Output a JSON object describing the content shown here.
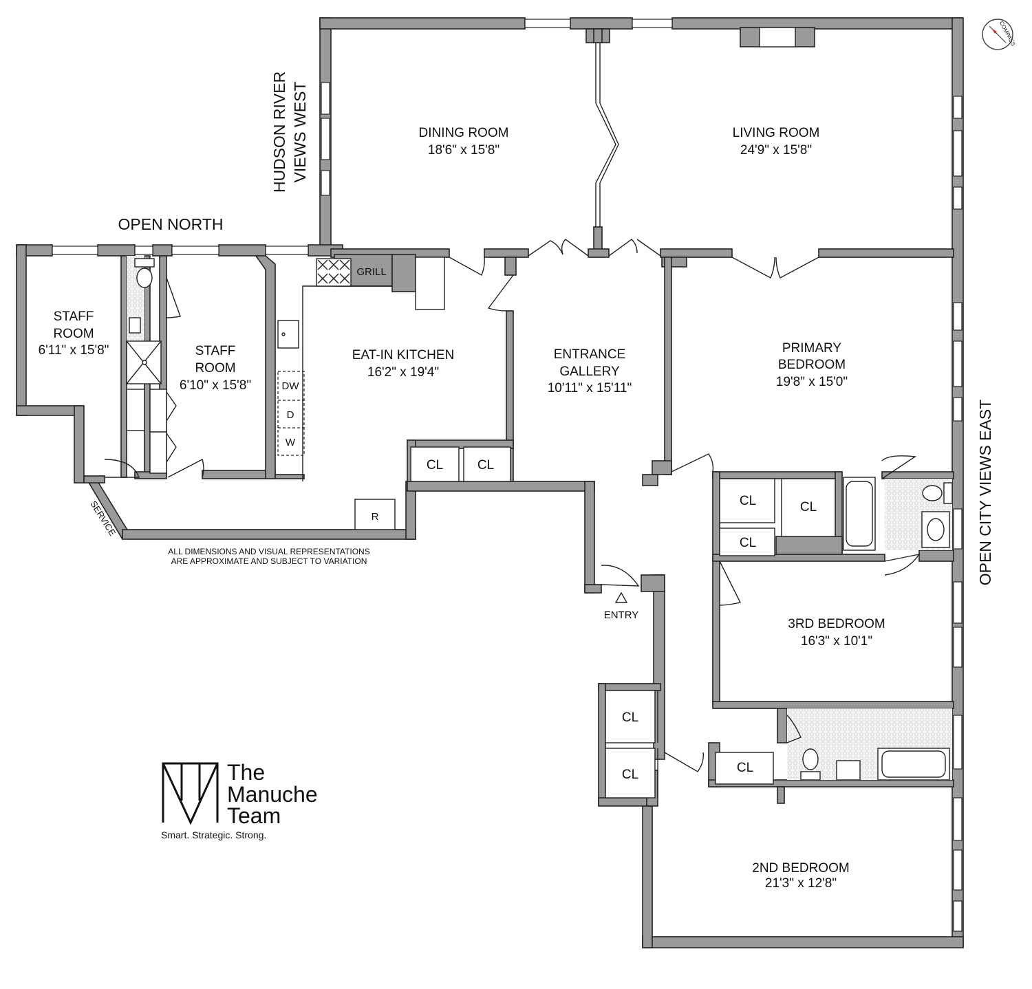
{
  "rooms": {
    "dining": {
      "name": "DINING ROOM",
      "dims": "18'6\" x 15'8\""
    },
    "living": {
      "name": "LIVING ROOM",
      "dims": "24'9\" x 15'8\""
    },
    "staff1": {
      "name1": "STAFF",
      "name2": "ROOM",
      "dims": "6'11\" x 15'8\""
    },
    "staff2": {
      "name1": "STAFF",
      "name2": "ROOM",
      "dims": "6'10\" x 15'8\""
    },
    "kitchen": {
      "name": "EAT-IN KITCHEN",
      "dims": "16'2\" x 19'4\""
    },
    "gallery": {
      "name1": "ENTRANCE",
      "name2": "GALLERY",
      "dims": "10'11\" x 15'11\""
    },
    "primary": {
      "name1": "PRIMARY",
      "name2": "BEDROOM",
      "dims": "19'8\" x 15'0\""
    },
    "third": {
      "name": "3RD BEDROOM",
      "dims": "16'3\" x 10'1\""
    },
    "second": {
      "name": "2ND BEDROOM",
      "dims": "21'3\" x 12'8\""
    }
  },
  "closet_label": "CL",
  "appliances": {
    "grill": "GRILL",
    "dishwasher": "DW",
    "dryer": "D",
    "washer": "W",
    "refrigerator": "R"
  },
  "views": {
    "north": "OPEN NORTH",
    "west_line1": "HUDSON RIVER",
    "west_line2": "VIEWS WEST",
    "east": "OPEN CITY VIEWS EAST"
  },
  "service_label": "SERVICE",
  "entry_label": "ENTRY",
  "compass_label": "COMPASS",
  "disclaimer": {
    "line1": "ALL DIMENSIONS AND VISUAL REPRESENTATIONS",
    "line2": "ARE APPROXIMATE AND SUBJECT TO VARIATION"
  },
  "logo": {
    "word1": "The",
    "word2": "Manuche",
    "word3": "Team",
    "tagline": "Smart. Strategic. Strong."
  }
}
